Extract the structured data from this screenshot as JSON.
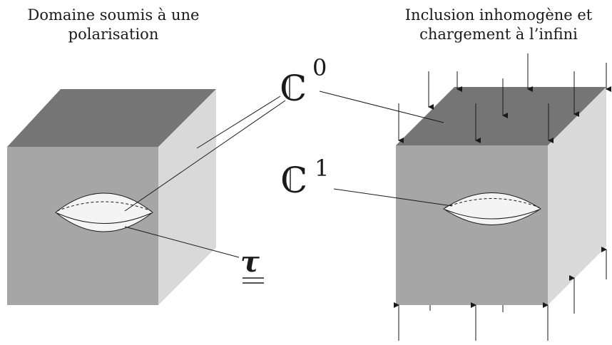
{
  "captions": {
    "left": [
      "Domaine soumis à une",
      "polarisation"
    ],
    "right": [
      "Inclusion inhomogène et",
      "chargement à l’infini"
    ]
  },
  "symbols": {
    "c0_letter": "C",
    "c0_sup": "0",
    "c1_letter": "C",
    "c1_sup": "1",
    "tau": "τ"
  },
  "colors": {
    "front_face": "#a6a6a6",
    "top_face": "#757575",
    "side_face": "#d9d9d9",
    "inclusion": "#f4f4f4",
    "lines": "#1a1a1a"
  }
}
